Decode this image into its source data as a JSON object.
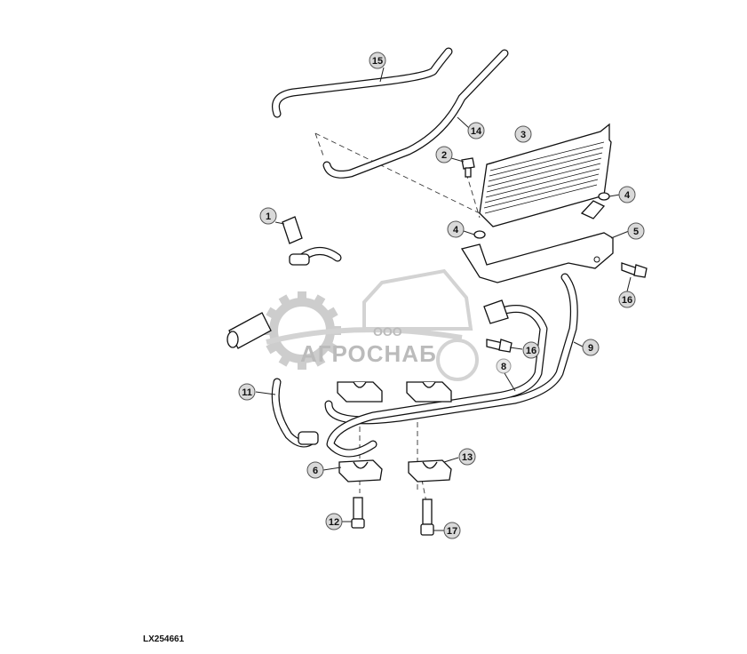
{
  "diagram": {
    "drawing_id": "LX254661",
    "callouts": [
      {
        "label": "15"
      },
      {
        "label": "14"
      },
      {
        "label": "3"
      },
      {
        "label": "2"
      },
      {
        "label": "1"
      },
      {
        "label": "4"
      },
      {
        "label": "4"
      },
      {
        "label": "5"
      },
      {
        "label": "16"
      },
      {
        "label": "16"
      },
      {
        "label": "9"
      },
      {
        "label": "8"
      },
      {
        "label": "11"
      },
      {
        "label": "6"
      },
      {
        "label": "13"
      },
      {
        "label": "12"
      },
      {
        "label": "17"
      }
    ]
  },
  "watermark": {
    "line1": "ООО",
    "line2": "АГРОСНАБ",
    "colors": {
      "gear": "#c8c8c8",
      "text": "#b4b4b4"
    }
  },
  "colors": {
    "line": "#111111",
    "callout_fill": "#d9d9d9"
  }
}
